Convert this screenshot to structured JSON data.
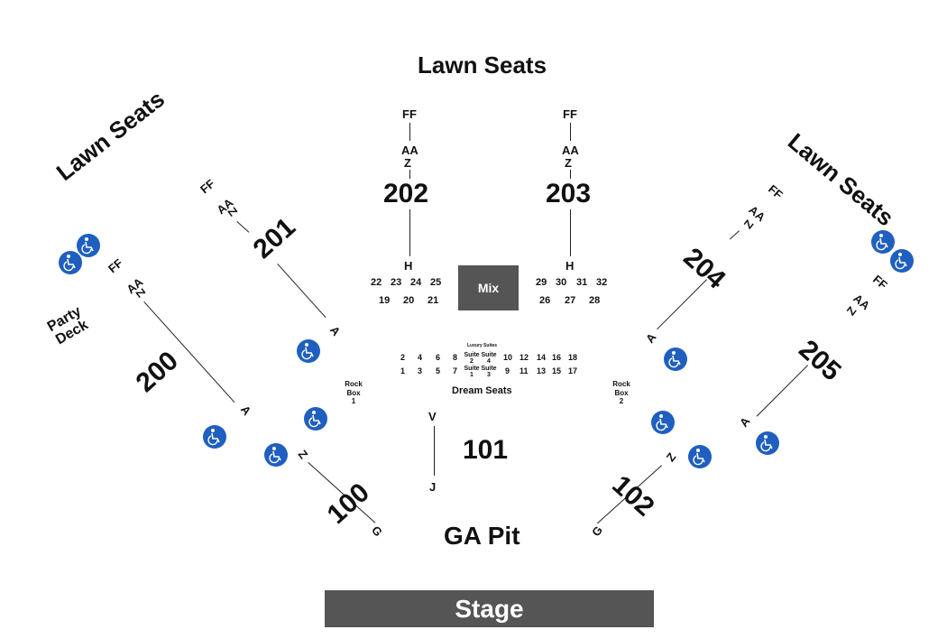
{
  "lawn_seats_top": "Lawn Seats",
  "lawn_seats_left": "Lawn Seats",
  "lawn_seats_right": "Lawn Seats",
  "stage": "Stage",
  "ga_pit": "GA Pit",
  "mix": "Mix",
  "dream_seats": "Dream Seats",
  "luxury_suites": "Luxury Suites",
  "party_deck": [
    "Party",
    "Deck"
  ],
  "rock_box_1": [
    "Rock",
    "Box",
    "1"
  ],
  "rock_box_2": [
    "Rock",
    "Box",
    "2"
  ],
  "sections": {
    "s100": "100",
    "s101": "101",
    "s102": "102",
    "s200": "200",
    "s201": "201",
    "s202": "202",
    "s203": "203",
    "s204": "204",
    "s205": "205"
  },
  "rows": {
    "ff": "FF",
    "aa": "AA",
    "z": "Z",
    "h": "H",
    "a": "A",
    "v": "V",
    "j": "J",
    "g": "G"
  },
  "boxes_upper_left": {
    "top": [
      "22",
      "23",
      "24",
      "25"
    ],
    "bottom": [
      "19",
      "20",
      "21"
    ]
  },
  "boxes_upper_right": {
    "top": [
      "29",
      "30",
      "31",
      "32"
    ],
    "bottom": [
      "26",
      "27",
      "28"
    ]
  },
  "dream_left": {
    "top": [
      "2",
      "4",
      "6",
      "8"
    ],
    "bottom": [
      "1",
      "3",
      "5",
      "7"
    ]
  },
  "dream_right": {
    "top": [
      "10",
      "12",
      "14",
      "16",
      "18"
    ],
    "bottom": [
      "9",
      "11",
      "13",
      "15",
      "17"
    ]
  },
  "suites": {
    "s2": [
      "Suite",
      "2"
    ],
    "s4": [
      "Suite",
      "4"
    ],
    "s1": [
      "Suite",
      "1"
    ],
    "s3": [
      "Suite",
      "3"
    ]
  },
  "colors": {
    "accessible": "#1f5fbf",
    "stage": "#555555",
    "mix": "#555555"
  },
  "icons": {
    "accessible": "wheelchair-icon"
  }
}
